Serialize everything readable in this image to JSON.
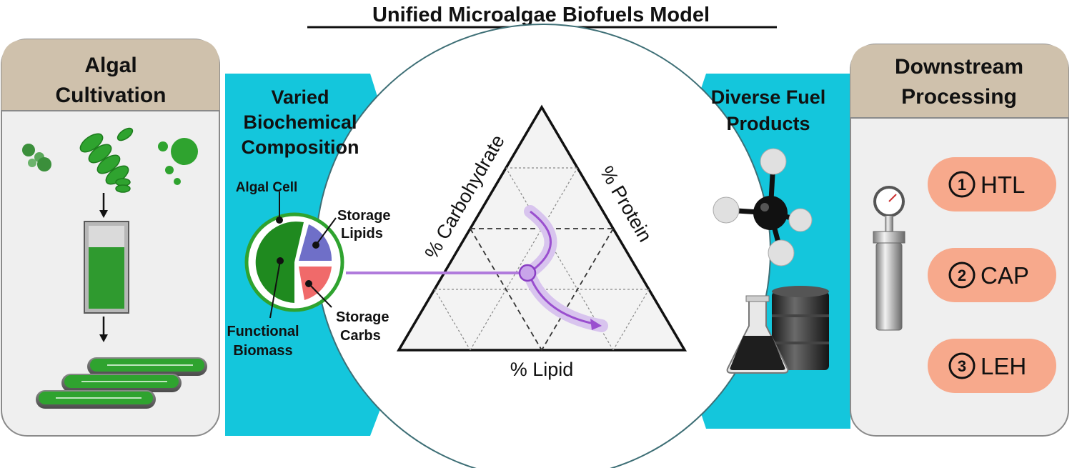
{
  "title": "Unified Microalgae Biofuels Model",
  "left_panel": {
    "title_line1": "Algal",
    "title_line2": "Cultivation"
  },
  "composition": {
    "heading_line1": "Varied",
    "heading_line2": "Biochemical",
    "heading_line3": "Composition",
    "algal_cell": "Algal Cell",
    "storage_lipids_line1": "Storage",
    "storage_lipids_line2": "Lipids",
    "storage_carbs_line1": "Storage",
    "storage_carbs_line2": "Carbs",
    "functional_line1": "Functional",
    "functional_line2": "Biomass"
  },
  "ternary": {
    "left_axis": "% Carbohydrate",
    "right_axis": "% Protein",
    "bottom_axis": "% Lipid"
  },
  "fuel_products": {
    "heading_line1": "Diverse Fuel",
    "heading_line2": "Products"
  },
  "right_panel": {
    "title_line1": "Downstream",
    "title_line2": "Processing",
    "processes": [
      {
        "num": "1",
        "label": "HTL"
      },
      {
        "num": "2",
        "label": "CAP"
      },
      {
        "num": "3",
        "label": "LEH"
      }
    ]
  },
  "colors": {
    "cyan": "#14c6dc",
    "panel_header": "#cfc1ac",
    "panel_body": "#efefef",
    "green": "#2fa32f",
    "dark_green": "#1f8a1f",
    "purple": "#9a4fcf",
    "lipid_blue": "#6f6fc8",
    "carb_red": "#f06a6a",
    "process_fill": "#f7a98c"
  }
}
